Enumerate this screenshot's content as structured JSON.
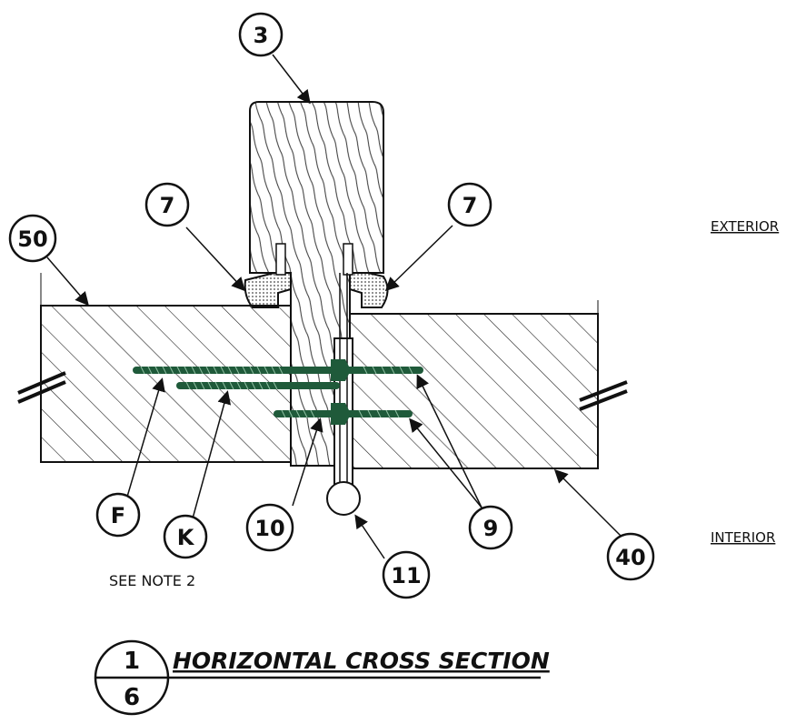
{
  "labels": {
    "exterior": "EXTERIOR",
    "interior": "INTERIOR",
    "see_note": "SEE NOTE 2"
  },
  "callouts": {
    "c3": "3",
    "c7_left": "7",
    "c7_right": "7",
    "c50": "50",
    "cF": "F",
    "cK": "K",
    "c10": "10",
    "c11": "11",
    "c9": "9",
    "c40": "40"
  },
  "title": {
    "number": "1",
    "sheet": "6",
    "text": "HORIZONTAL CROSS SECTION"
  },
  "colors": {
    "line": "#111111",
    "screw": "#1f5a3a",
    "gasket": "#d9d9d9"
  }
}
